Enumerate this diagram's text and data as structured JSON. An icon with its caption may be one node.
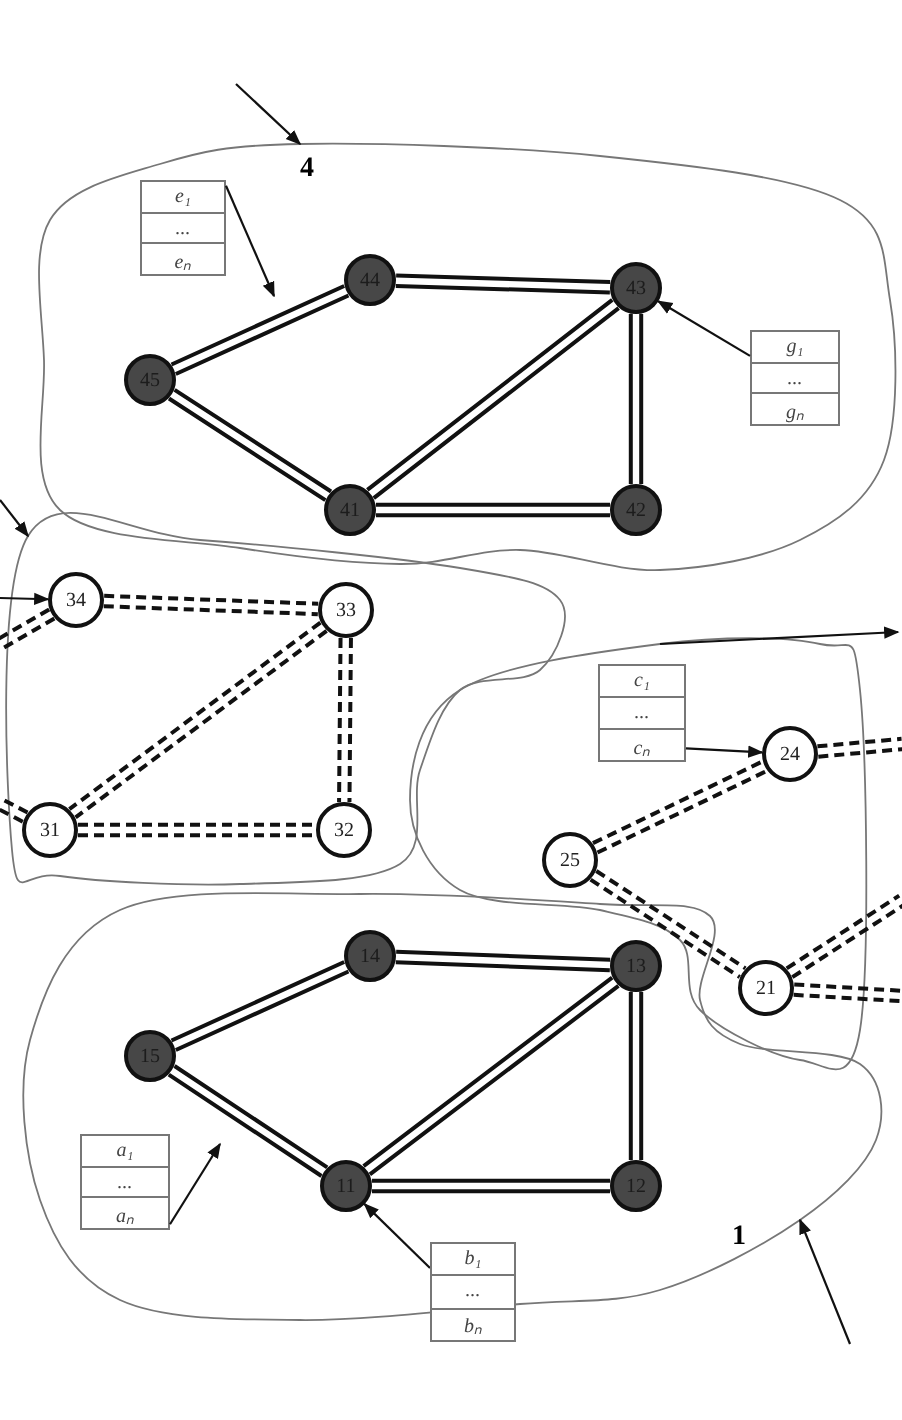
{
  "diagram": {
    "nodes": [
      {
        "text": [
          "4"
        ]
      },
      {
        "text": [
          "e₁",
          "...",
          "eₙ"
        ],
        "in": 0
      },
      {
        "text": [
          "44"
        ],
        "in": 0
      },
      {
        "text": [
          "43"
        ],
        "in": 0
      },
      {
        "text": [
          "45"
        ],
        "in": 0
      },
      {
        "text": [
          "g₁",
          "...",
          "gₙ"
        ],
        "in": 0
      },
      {
        "text": [
          "41"
        ],
        "in": 0
      },
      {
        "text": [
          "42"
        ],
        "in": 0
      },
      {
        "text": [],
        "shape": "cloud"
      },
      {
        "text": [
          "34"
        ],
        "in": 8
      },
      {
        "text": [
          "33"
        ],
        "in": 8
      },
      {
        "text": [],
        "shape": "cloud"
      },
      {
        "text": [
          "c₁",
          "...",
          "cₙ"
        ],
        "in": 11
      },
      {
        "text": [
          "24"
        ],
        "in": 11
      },
      {
        "text": [
          "31"
        ],
        "in": 8
      },
      {
        "text": [
          "32"
        ],
        "in": 8
      },
      {
        "text": [
          "25"
        ],
        "in": 11
      },
      {
        "text": [
          "1"
        ]
      },
      {
        "text": [
          "14"
        ],
        "in": 17
      },
      {
        "text": [
          "13"
        ],
        "in": 17
      },
      {
        "text": [
          "15"
        ],
        "in": 17
      },
      {
        "text": [
          "21"
        ],
        "in": 11
      },
      {
        "text": [
          "a₁",
          "...",
          "aₙ"
        ],
        "in": 17
      },
      {
        "text": [
          "11"
        ],
        "in": 17
      },
      {
        "text": [
          "12"
        ],
        "in": 17
      },
      {
        "text": [
          "b₁",
          "...",
          "bₙ"
        ]
      }
    ],
    "edges": [
      {
        "from": null,
        "to": 0,
        "arrow": "to"
      },
      {
        "from": 1,
        "to": null,
        "arrow": "to"
      },
      {
        "from": 4,
        "to": 2,
        "arrow": "none"
      },
      {
        "from": 2,
        "to": 3,
        "arrow": "none"
      },
      {
        "from": 3,
        "to": 6,
        "arrow": "none"
      },
      {
        "from": 3,
        "to": 7,
        "arrow": "none"
      },
      {
        "from": 6,
        "to": 7,
        "arrow": "none"
      },
      {
        "from": 4,
        "to": 6,
        "arrow": "none"
      },
      {
        "from": 5,
        "to": 3,
        "arrow": "to"
      },
      {
        "from": null,
        "to": 8,
        "arrow": "to"
      },
      {
        "from": null,
        "to": 9,
        "arrow": "to"
      },
      {
        "from": 9,
        "to": null,
        "arrow": "none",
        "style": "dashed"
      },
      {
        "from": 9,
        "to": 10,
        "arrow": "none",
        "style": "dashed"
      },
      {
        "from": 10,
        "to": 14,
        "arrow": "none",
        "style": "dashed"
      },
      {
        "from": 10,
        "to": 15,
        "arrow": "none",
        "style": "dashed"
      },
      {
        "from": 14,
        "to": 15,
        "arrow": "none",
        "style": "dashed"
      },
      {
        "from": 14,
        "to": null,
        "arrow": "none",
        "style": "dashed"
      },
      {
        "from": 11,
        "to": null,
        "arrow": "to"
      },
      {
        "from": 12,
        "to": 13,
        "arrow": "to"
      },
      {
        "from": 16,
        "to": 13,
        "arrow": "none",
        "style": "dashed"
      },
      {
        "from": 13,
        "to": null,
        "arrow": "none",
        "style": "dashed"
      },
      {
        "from": 16,
        "to": 21,
        "arrow": "none",
        "style": "dashed"
      },
      {
        "from": 21,
        "to": null,
        "arrow": "none",
        "style": "dashed"
      },
      {
        "from": 21,
        "to": null,
        "arrow": "none",
        "style": "dashed"
      },
      {
        "from": 20,
        "to": 18,
        "arrow": "none"
      },
      {
        "from": 18,
        "to": 19,
        "arrow": "none"
      },
      {
        "from": 19,
        "to": 23,
        "arrow": "none"
      },
      {
        "from": 19,
        "to": 24,
        "arrow": "none"
      },
      {
        "from": 23,
        "to": 24,
        "arrow": "none"
      },
      {
        "from": 20,
        "to": 23,
        "arrow": "none"
      },
      {
        "from": 22,
        "to": null,
        "arrow": "to"
      },
      {
        "from": 25,
        "to": 23,
        "arrow": "to"
      },
      {
        "from": null,
        "to": 17,
        "arrow": "to"
      }
    ]
  }
}
